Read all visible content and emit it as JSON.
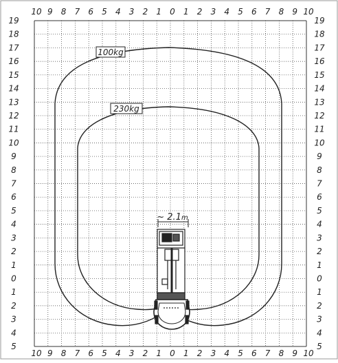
{
  "axes": {
    "x_min": -10,
    "x_max": 10,
    "y_min": -5,
    "y_max": 19,
    "x_tick_labels": [
      "10",
      "9",
      "8",
      "7",
      "6",
      "5",
      "4",
      "3",
      "2",
      "1",
      "0",
      "1",
      "2",
      "3",
      "4",
      "5",
      "6",
      "7",
      "8",
      "9",
      "10"
    ],
    "y_tick_labels_top_to_bottom": [
      "19",
      "18",
      "17",
      "16",
      "15",
      "14",
      "13",
      "12",
      "11",
      "10",
      "9",
      "8",
      "7",
      "6",
      "5",
      "4",
      "3",
      "2",
      "1",
      "0",
      "1",
      "2",
      "3",
      "4",
      "5"
    ],
    "grid": true
  },
  "envelopes": [
    {
      "label": "100kg"
    },
    {
      "label": "230kg"
    }
  ],
  "dimension": {
    "label": "~ 2.1",
    "unit": "m"
  },
  "colors": {
    "grid": "#333333",
    "frame": "#999999",
    "envelope": "#222222",
    "text": "#222222"
  }
}
